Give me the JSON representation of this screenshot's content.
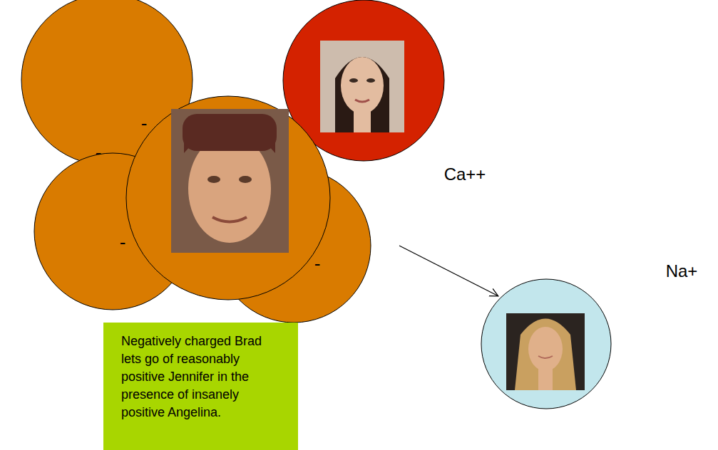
{
  "diagram": {
    "nodes": [
      {
        "text": [
          "-",
          "-"
        ]
      },
      {
        "text": [
          "-"
        ]
      },
      {
        "text": [
          "-"
        ]
      },
      {
        "text": [
          "Ca++"
        ]
      },
      {
        "text": [
          "Negatively charged Brad lets go of reasonably positive Jennifer in the presence of insanely positive Angelina."
        ]
      },
      {
        "text": [
          "Na+"
        ]
      }
    ],
    "edges": [
      {
        "from": 2,
        "to": 5,
        "arrow": "to"
      }
    ]
  }
}
